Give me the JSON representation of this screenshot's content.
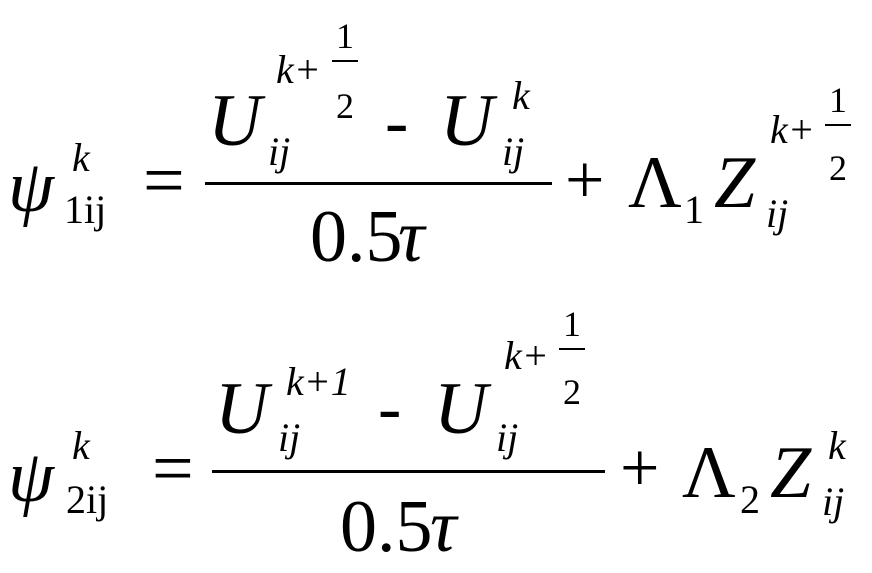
{
  "equations": [
    {
      "lhs": {
        "symbol": "ψ",
        "superscript": "k",
        "subscript": "1ij"
      },
      "equals": "=",
      "numerator": {
        "term1": {
          "symbol": "U",
          "subscript": "ij",
          "superscript": "k+",
          "sup_frac": {
            "num": "1",
            "den": "2"
          }
        },
        "minus": "-",
        "term2": {
          "symbol": "U",
          "subscript": "ij",
          "superscript": "k"
        }
      },
      "denominator": {
        "number": "0.5",
        "symbol": "τ"
      },
      "plus": "+",
      "lambda": {
        "symbol": "Λ",
        "subscript": "1"
      },
      "z": {
        "symbol": "Z",
        "subscript": "ij",
        "superscript": "k+",
        "sup_frac": {
          "num": "1",
          "den": "2"
        }
      }
    },
    {
      "lhs": {
        "symbol": "ψ",
        "superscript": "k",
        "subscript": "2ij"
      },
      "equals": "=",
      "numerator": {
        "term1": {
          "symbol": "U",
          "subscript": "ij",
          "superscript": "k+1"
        },
        "minus": "-",
        "term2": {
          "symbol": "U",
          "subscript": "ij",
          "superscript": "k+",
          "sup_frac": {
            "num": "1",
            "den": "2"
          }
        }
      },
      "denominator": {
        "number": "0.5",
        "symbol": "τ"
      },
      "plus": "+",
      "lambda": {
        "symbol": "Λ",
        "subscript": "2"
      },
      "z": {
        "symbol": "Z",
        "subscript": "ij",
        "superscript": "k"
      }
    }
  ]
}
